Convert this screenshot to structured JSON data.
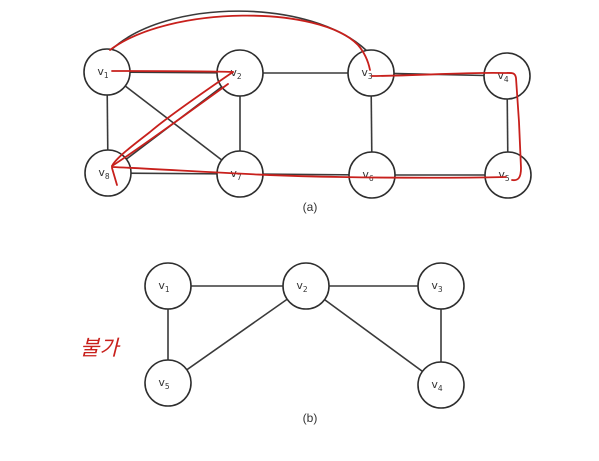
{
  "graph_a": {
    "caption": "(a)",
    "nodes": [
      {
        "id": "v1",
        "letter": "v",
        "sub": "1"
      },
      {
        "id": "v2",
        "letter": "v",
        "sub": "2"
      },
      {
        "id": "v3",
        "letter": "v",
        "sub": "3"
      },
      {
        "id": "v4",
        "letter": "v",
        "sub": "4"
      },
      {
        "id": "v5",
        "letter": "v",
        "sub": "5"
      },
      {
        "id": "v6",
        "letter": "v",
        "sub": "6"
      },
      {
        "id": "v7",
        "letter": "v",
        "sub": "7"
      },
      {
        "id": "v8",
        "letter": "v",
        "sub": "8"
      }
    ],
    "edges": [
      [
        "v1",
        "v2"
      ],
      [
        "v2",
        "v3"
      ],
      [
        "v3",
        "v4"
      ],
      [
        "v1",
        "v8"
      ],
      [
        "v2",
        "v7"
      ],
      [
        "v3",
        "v6"
      ],
      [
        "v4",
        "v5"
      ],
      [
        "v8",
        "v7"
      ],
      [
        "v7",
        "v6"
      ],
      [
        "v6",
        "v5"
      ],
      [
        "v1",
        "v7"
      ],
      [
        "v8",
        "v2"
      ],
      [
        "v1",
        "v3"
      ]
    ],
    "highlight_color": "#c8201c"
  },
  "graph_b": {
    "caption": "(b)",
    "nodes": [
      {
        "id": "v1",
        "letter": "v",
        "sub": "1"
      },
      {
        "id": "v2",
        "letter": "v",
        "sub": "2"
      },
      {
        "id": "v3",
        "letter": "v",
        "sub": "3"
      },
      {
        "id": "v4",
        "letter": "v",
        "sub": "4"
      },
      {
        "id": "v5",
        "letter": "v",
        "sub": "5"
      }
    ],
    "edges": [
      [
        "v1",
        "v2"
      ],
      [
        "v2",
        "v3"
      ],
      [
        "v1",
        "v5"
      ],
      [
        "v5",
        "v2"
      ],
      [
        "v2",
        "v4"
      ],
      [
        "v3",
        "v4"
      ]
    ],
    "annotation": "불가",
    "annotation_color": "#c8201c"
  }
}
